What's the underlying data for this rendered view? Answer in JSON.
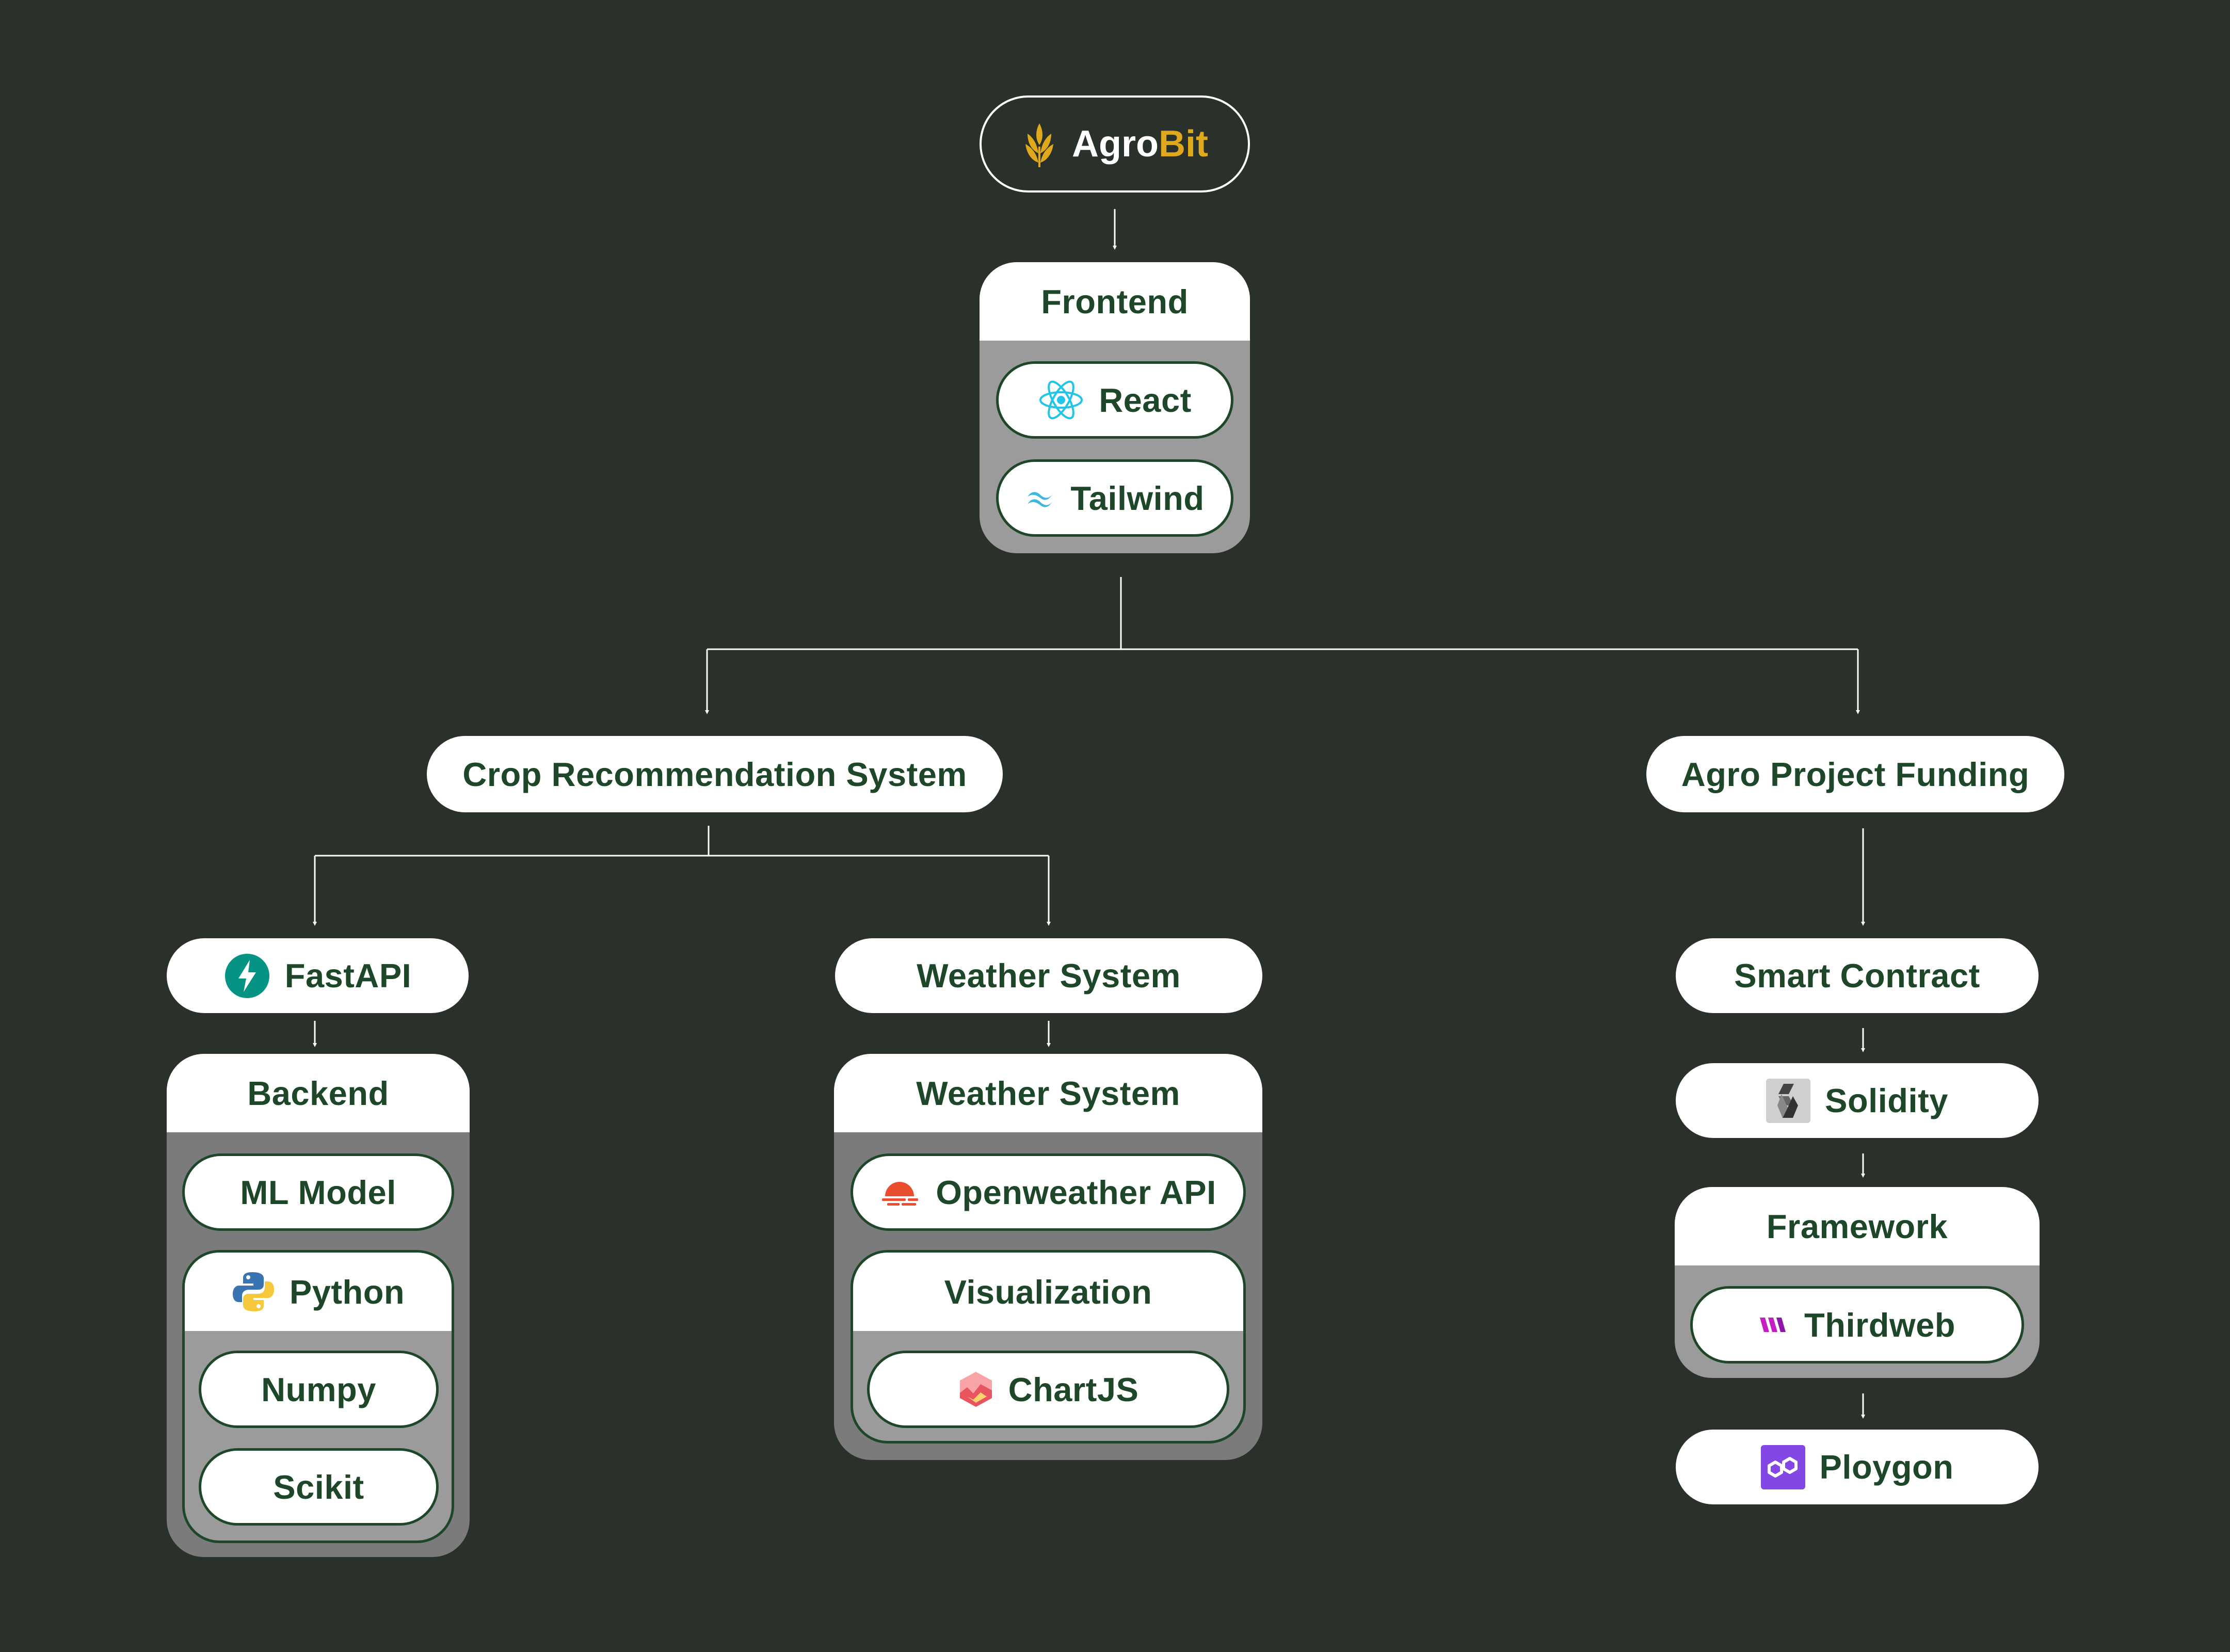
{
  "brand": {
    "name_part1": "Agro",
    "name_part2": "Bit",
    "logo_icon": "wheat-icon",
    "accent": "#e0a81c"
  },
  "colors": {
    "background": "#29312a",
    "text": "#1d4728",
    "line": "#ffffff"
  },
  "frontend": {
    "title": "Frontend",
    "items": [
      {
        "label": "React",
        "icon": "react-icon"
      },
      {
        "label": "Tailwind",
        "icon": "tailwind-icon"
      }
    ]
  },
  "crop_system": {
    "label": "Crop Recommendation System"
  },
  "funding": {
    "label": "Agro Project Funding"
  },
  "fastapi": {
    "label": "FastAPI",
    "icon": "fastapi-icon"
  },
  "backend": {
    "title": "Backend",
    "ml_model": "ML Model",
    "python": {
      "title": "Python",
      "icon": "python-icon",
      "items": [
        "Numpy",
        "Scikit"
      ]
    }
  },
  "weather": {
    "label": "Weather System",
    "card_title": "Weather System",
    "openweather": {
      "label": "Openweather API",
      "icon": "openweather-icon"
    },
    "visualization": {
      "title": "Visualization",
      "chartjs": {
        "label": "ChartJS",
        "icon": "chartjs-icon"
      }
    }
  },
  "smart_contract": {
    "label": "Smart Contract"
  },
  "solidity": {
    "label": "Solidity",
    "icon": "solidity-icon"
  },
  "framework": {
    "title": "Framework",
    "thirdweb": {
      "label": "Thirdweb",
      "icon": "thirdweb-icon"
    }
  },
  "polygon": {
    "label": "Ploygon",
    "icon": "polygon-icon"
  }
}
